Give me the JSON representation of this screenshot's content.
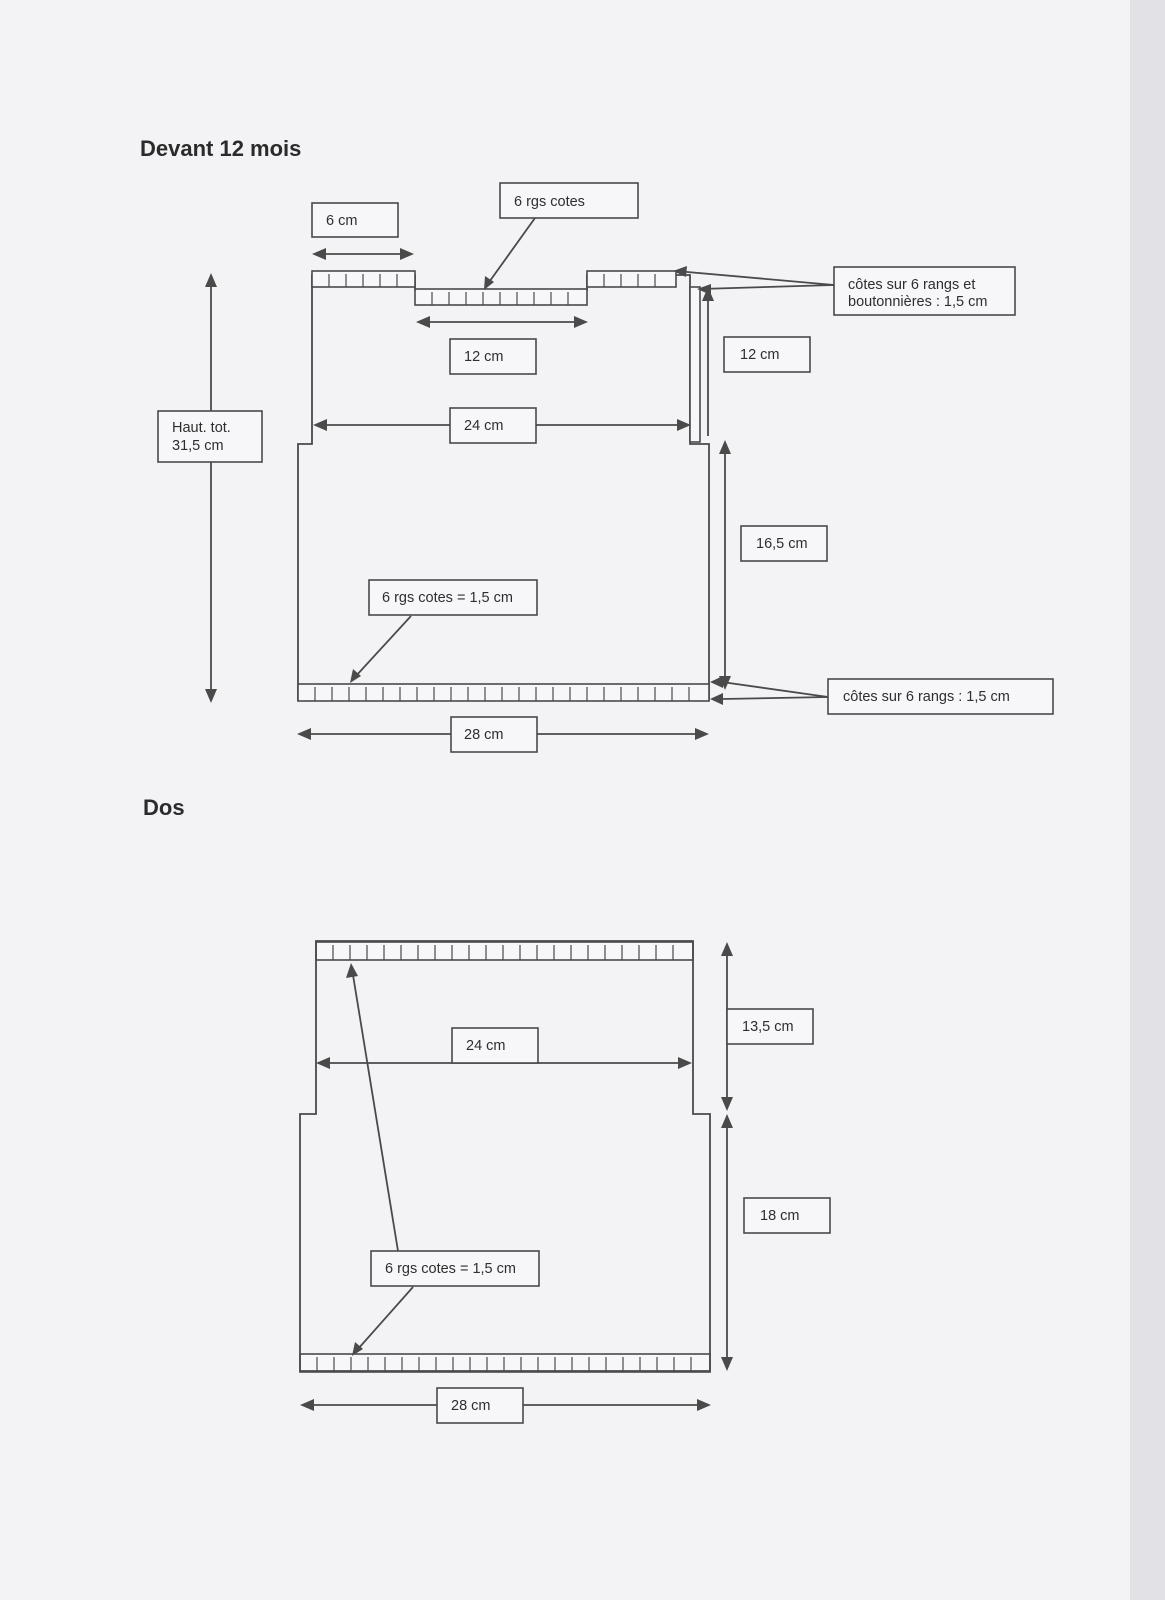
{
  "front": {
    "title": "Devant 12 mois",
    "labels": {
      "shoulder_width": "6 cm",
      "neck_ribs": "6 rgs cotes",
      "button_bands": [
        "côtes sur 6 rangs et",
        "boutonnières : 1,5 cm"
      ],
      "neck_width": "12 cm",
      "armhole_height": "12 cm",
      "total_height": [
        "Haut. tot.",
        "31,5 cm"
      ],
      "chest_width": "24 cm",
      "body_height": "16,5 cm",
      "hem_ribs": "6 rgs cotes = 1,5 cm",
      "hem_band": "côtes sur 6 rangs : 1,5 cm",
      "hem_width": "28 cm"
    }
  },
  "back": {
    "title": "Dos",
    "labels": {
      "chest_width": "24 cm",
      "armhole_height": "13,5 cm",
      "body_height": "18 cm",
      "ribs": "6 rgs cotes = 1,5 cm",
      "hem_width": "28 cm"
    }
  }
}
